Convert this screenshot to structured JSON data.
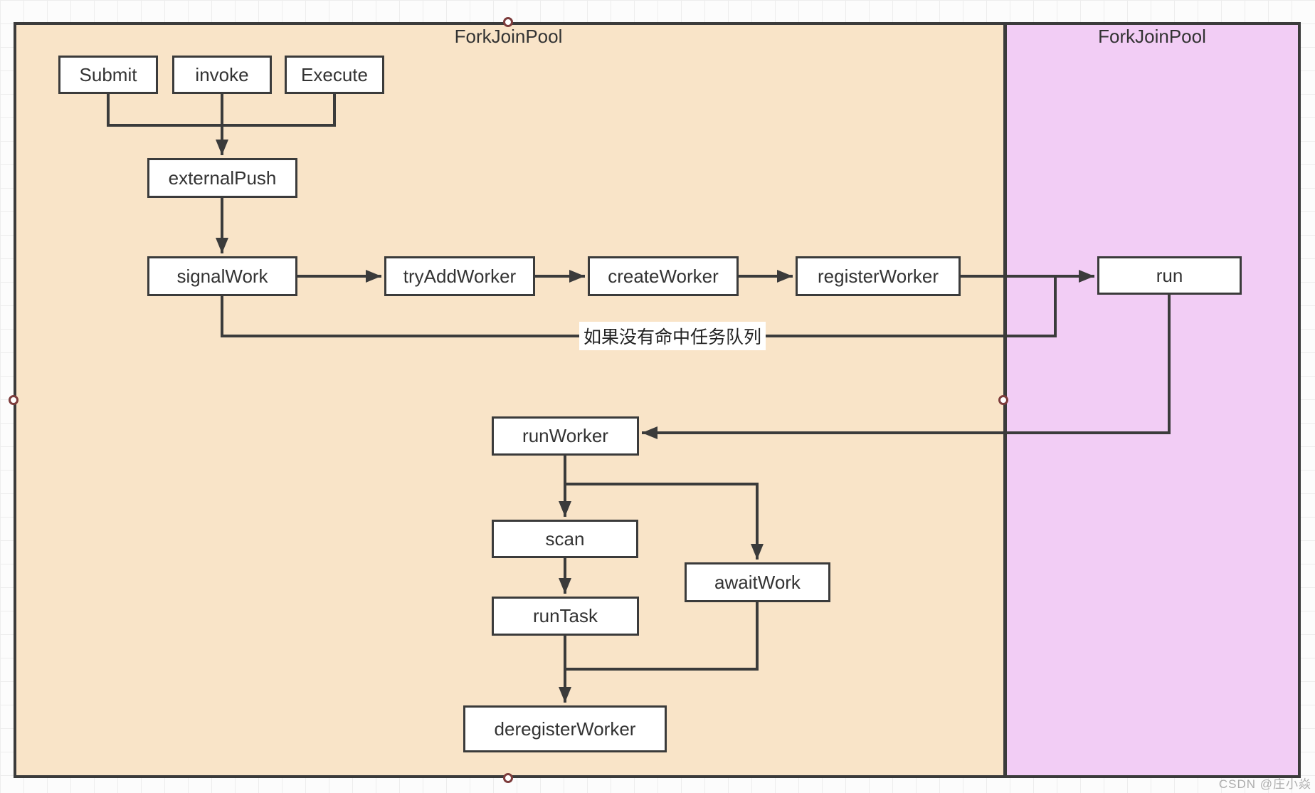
{
  "regions": {
    "left": {
      "title": "ForkJoinPool"
    },
    "right": {
      "title": "ForkJoinPool"
    }
  },
  "nodes": {
    "submit": "Submit",
    "invoke": "invoke",
    "execute": "Execute",
    "external_push": "externalPush",
    "signal_work": "signalWork",
    "try_add_worker": "tryAddWorker",
    "create_worker": "createWorker",
    "register_worker": "registerWorker",
    "run": "run",
    "run_worker": "runWorker",
    "scan": "scan",
    "await_work": "awaitWork",
    "run_task": "runTask",
    "deregister_worker": "deregisterWorker"
  },
  "edges": {
    "no_hit_label": "如果没有命中任务队列"
  },
  "colors": {
    "left_region_fill": "#f9e4c8",
    "right_region_fill": "#f2cdf5",
    "stroke": "#3b3b3b",
    "handle_ring": "#7d3c3c"
  },
  "watermark": "CSDN @庄小焱"
}
